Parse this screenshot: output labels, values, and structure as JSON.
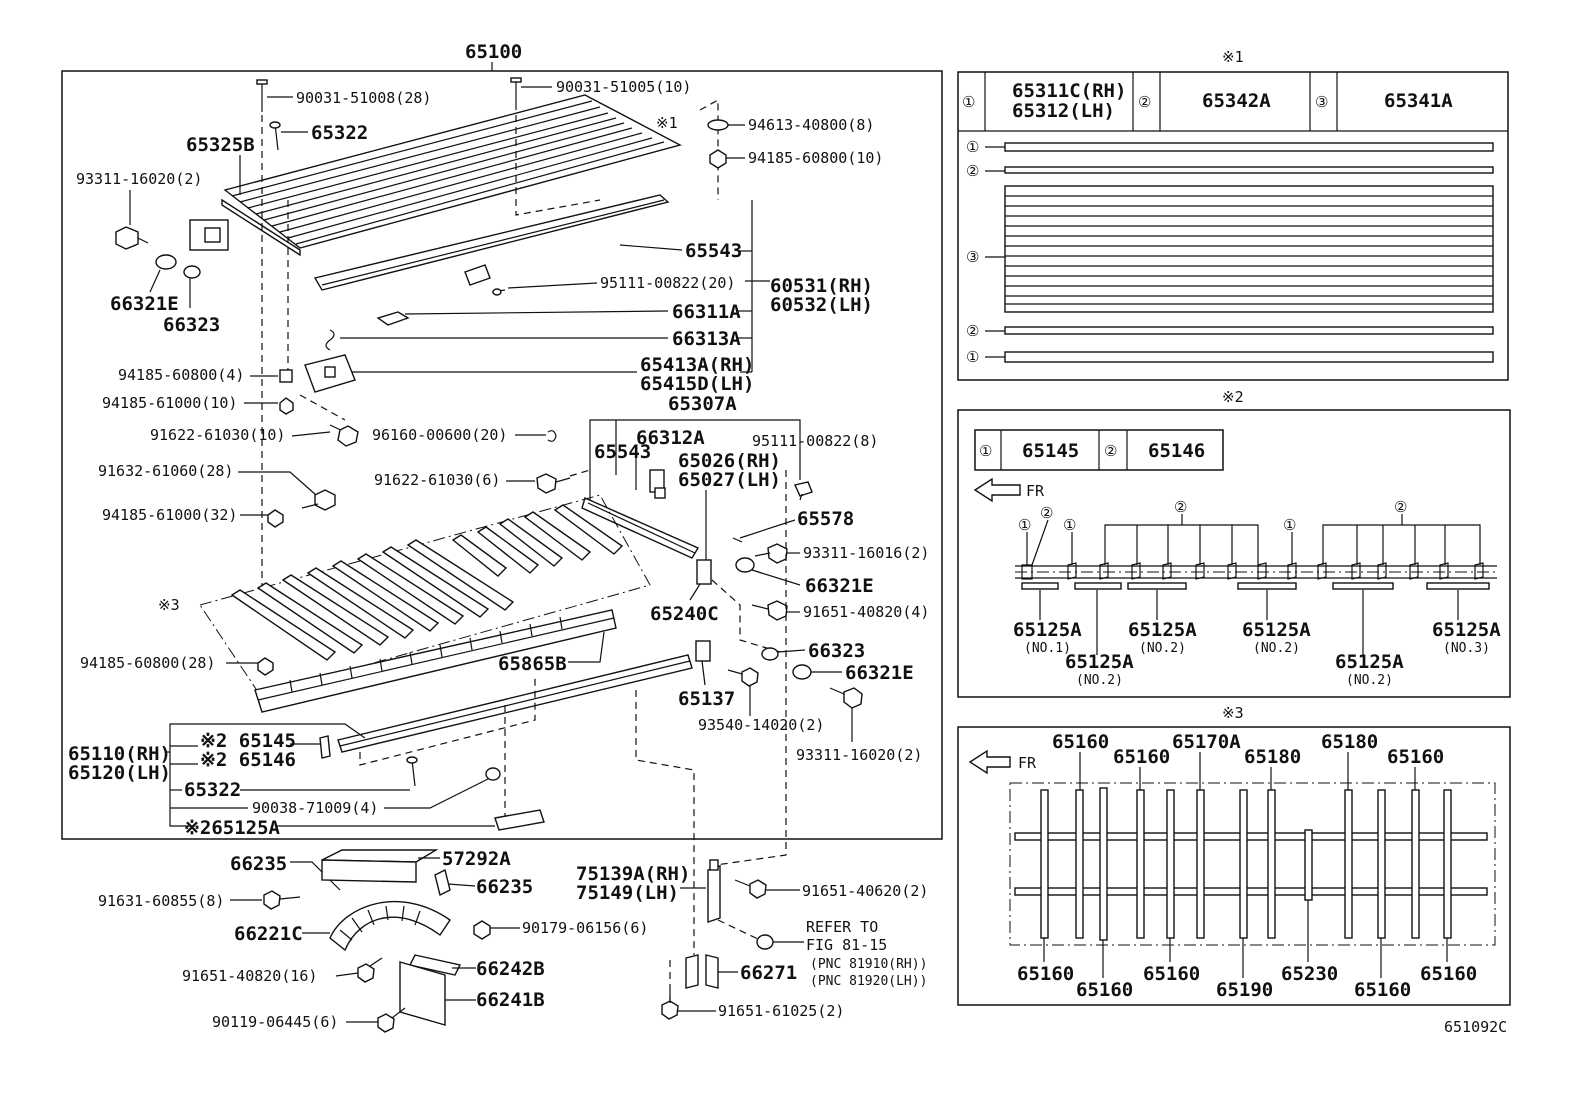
{
  "diagram": {
    "main_title": "65100",
    "footer_code": "651092C",
    "callouts": [
      {
        "id": "c1",
        "text": "90031-51008(28)"
      },
      {
        "id": "c2",
        "text": "90031-51005(10)"
      },
      {
        "id": "c3",
        "text": "※1"
      },
      {
        "id": "c4",
        "text": "94613-40800(8)"
      },
      {
        "id": "c5",
        "text": "94185-60800(10)"
      },
      {
        "id": "c6",
        "text": "65322"
      },
      {
        "id": "c7",
        "text": "65325B"
      },
      {
        "id": "c8",
        "text": "93311-16020(2)"
      },
      {
        "id": "c9",
        "text": "66321E"
      },
      {
        "id": "c10",
        "text": "66323"
      },
      {
        "id": "c11",
        "text": "65543"
      },
      {
        "id": "c12",
        "text": "95111-00822(20)"
      },
      {
        "id": "c13",
        "text": "60531(RH)"
      },
      {
        "id": "c14",
        "text": "60532(LH)"
      },
      {
        "id": "c15",
        "text": "66311A"
      },
      {
        "id": "c16",
        "text": "66313A"
      },
      {
        "id": "c17",
        "text": "65413A(RH)"
      },
      {
        "id": "c18",
        "text": "65415D(LH)"
      },
      {
        "id": "c19",
        "text": "94185-60800(4)"
      },
      {
        "id": "c20",
        "text": "94185-61000(10)"
      },
      {
        "id": "c21",
        "text": "91622-61030(10)"
      },
      {
        "id": "c22",
        "text": "65307A"
      },
      {
        "id": "c23",
        "text": "96160-00600(20)"
      },
      {
        "id": "c24",
        "text": "66312A"
      },
      {
        "id": "c25",
        "text": "95111-00822(8)"
      },
      {
        "id": "c26",
        "text": "65543"
      },
      {
        "id": "c27",
        "text": "65026(RH)"
      },
      {
        "id": "c28",
        "text": "65027(LH)"
      },
      {
        "id": "c29",
        "text": "91632-61060(28)"
      },
      {
        "id": "c30",
        "text": "91622-61030(6)"
      },
      {
        "id": "c31",
        "text": "94185-61000(32)"
      },
      {
        "id": "c32",
        "text": "65578"
      },
      {
        "id": "c33",
        "text": "93311-16016(2)"
      },
      {
        "id": "c34",
        "text": "66321E"
      },
      {
        "id": "c35",
        "text": "※3"
      },
      {
        "id": "c36",
        "text": "65240C"
      },
      {
        "id": "c37",
        "text": "91651-40820(4)"
      },
      {
        "id": "c38",
        "text": "66323"
      },
      {
        "id": "c39",
        "text": "94185-60800(28)"
      },
      {
        "id": "c40",
        "text": "65865B"
      },
      {
        "id": "c41",
        "text": "66321E"
      },
      {
        "id": "c42",
        "text": "65137"
      },
      {
        "id": "c43",
        "text": "93540-14020(2)"
      },
      {
        "id": "c44",
        "text": "93311-16020(2)"
      },
      {
        "id": "c45",
        "text": "65110(RH)"
      },
      {
        "id": "c46",
        "text": "65120(LH)"
      },
      {
        "id": "c47",
        "text": "※2 65145"
      },
      {
        "id": "c48",
        "text": "※2 65146"
      },
      {
        "id": "c49",
        "text": "65322"
      },
      {
        "id": "c50",
        "text": "90038-71009(4)"
      },
      {
        "id": "c51",
        "text": "※265125A"
      },
      {
        "id": "c52",
        "text": "66235"
      },
      {
        "id": "c53",
        "text": "57292A"
      },
      {
        "id": "c54",
        "text": "91631-60855(8)"
      },
      {
        "id": "c55",
        "text": "66235"
      },
      {
        "id": "c56",
        "text": "66221C"
      },
      {
        "id": "c57",
        "text": "90179-06156(6)"
      },
      {
        "id": "c58",
        "text": "91651-40820(16)"
      },
      {
        "id": "c59",
        "text": "66242B"
      },
      {
        "id": "c60",
        "text": "66241B"
      },
      {
        "id": "c61",
        "text": "90119-06445(6)"
      },
      {
        "id": "c62",
        "text": "75139A(RH)"
      },
      {
        "id": "c63",
        "text": "75149(LH)"
      },
      {
        "id": "c64",
        "text": "91651-40620(2)"
      },
      {
        "id": "c65",
        "text": "REFER TO"
      },
      {
        "id": "c66",
        "text": "FIG 81-15"
      },
      {
        "id": "c67",
        "text": "(PNC 81910(RH))"
      },
      {
        "id": "c68",
        "text": "(PNC 81920(LH))"
      },
      {
        "id": "c69",
        "text": "66271"
      },
      {
        "id": "c70",
        "text": "91651-61025(2)"
      }
    ]
  },
  "inset1": {
    "title": "※1",
    "table": [
      {
        "num": "①",
        "part": "65311C(RH)",
        "part2": "65312(LH)"
      },
      {
        "num": "②",
        "part": "65342A",
        "part2": ""
      },
      {
        "num": "③",
        "part": "65341A",
        "part2": ""
      }
    ],
    "row_markers": [
      "①",
      "②",
      "③",
      "②",
      "①"
    ]
  },
  "inset2": {
    "title": "※2",
    "table": [
      {
        "num": "①",
        "part": "65145"
      },
      {
        "num": "②",
        "part": "65146"
      }
    ],
    "fr_label": "FR",
    "markers": [
      "①",
      "②",
      "①",
      "②",
      "①",
      "②"
    ],
    "labels": [
      {
        "part": "65125A",
        "sub": "(NO.1)"
      },
      {
        "part": "65125A",
        "sub": "(NO.2)"
      },
      {
        "part": "65125A",
        "sub": "(NO.2)"
      },
      {
        "part": "65125A",
        "sub": "(NO.2)"
      },
      {
        "part": "65125A",
        "sub": "(NO.2)"
      },
      {
        "part": "65125A",
        "sub": "(NO.3)"
      }
    ]
  },
  "inset3": {
    "title": "※3",
    "fr_label": "FR",
    "top_labels": [
      "65160",
      "65160",
      "65170A",
      "65180",
      "65180",
      "65160"
    ],
    "bottom_labels": [
      "65160",
      "65160",
      "65160",
      "65190",
      "65230",
      "65160",
      "65160"
    ]
  }
}
